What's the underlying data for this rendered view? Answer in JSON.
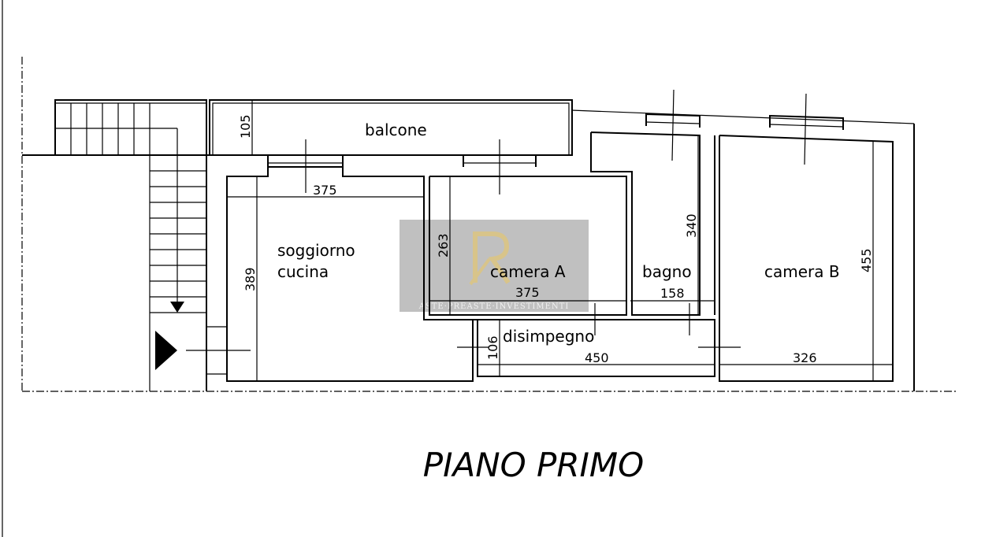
{
  "title": "PIANO PRIMO",
  "rooms": {
    "balcone": "balcone",
    "soggiorno_1": "soggiorno",
    "soggiorno_2": "cucina",
    "camera_a": "camera A",
    "bagno": "bagno",
    "camera_b": "camera B",
    "disimpegno": "disimpegno"
  },
  "dimensions": {
    "balcone_depth": "105",
    "soggiorno_width": "375",
    "soggiorno_depth": "389",
    "camera_a_depth": "263",
    "camera_a_width": "375",
    "bagno_depth": "340",
    "bagno_width": "158",
    "camera_b_depth": "455",
    "camera_b_width": "326",
    "disimpegno_depth": "106",
    "disimpegno_width": "450"
  },
  "watermark": {
    "logo": "R",
    "text": "ASTE·PREASTE·INVESTIMENTI"
  }
}
